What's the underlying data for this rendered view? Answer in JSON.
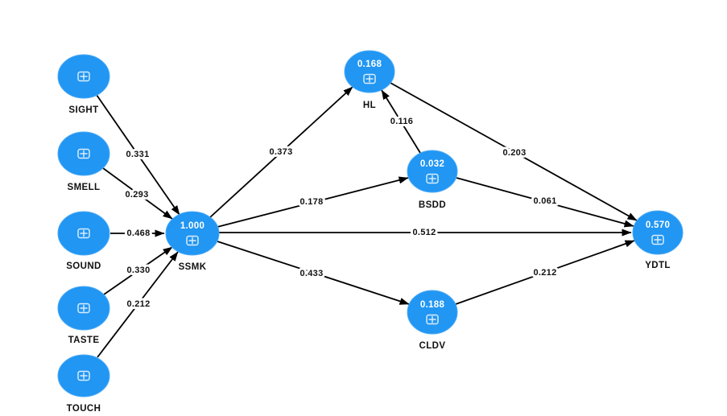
{
  "canvas": {
    "background": "#ffffff"
  },
  "colors": {
    "canvas_bg": "#ffffff",
    "node_fill": "#2196f3",
    "node_edge": "#4daaf6",
    "node_value_text": "#ffffff",
    "edge": "#000000",
    "label_text": "#111111",
    "icon_stroke": "#d9ecfb"
  },
  "icons": {
    "expand": "plus-box-icon"
  },
  "nodes": {
    "sight": {
      "label": "SIGHT"
    },
    "smell": {
      "label": "SMELL"
    },
    "sound": {
      "label": "SOUND"
    },
    "taste": {
      "label": "TASTE"
    },
    "touch": {
      "label": "TOUCH"
    },
    "ssmk": {
      "label": "SSMK",
      "value": "1.000"
    },
    "hl": {
      "label": "HL",
      "value": "0.168"
    },
    "bsdd": {
      "label": "BSDD",
      "value": "0.032"
    },
    "cldv": {
      "label": "CLDV",
      "value": "0.188"
    },
    "ydtl": {
      "label": "YDTL",
      "value": "0.570"
    }
  },
  "edges": {
    "sight_ssmk": {
      "from": "SIGHT",
      "to": "SSMK",
      "coef": "0.331"
    },
    "smell_ssmk": {
      "from": "SMELL",
      "to": "SSMK",
      "coef": "0.293"
    },
    "sound_ssmk": {
      "from": "SOUND",
      "to": "SSMK",
      "coef": "0.468"
    },
    "taste_ssmk": {
      "from": "TASTE",
      "to": "SSMK",
      "coef": "0.330"
    },
    "touch_ssmk": {
      "from": "TOUCH",
      "to": "SSMK",
      "coef": "0.212"
    },
    "ssmk_hl": {
      "from": "SSMK",
      "to": "HL",
      "coef": "0.373"
    },
    "ssmk_bsdd": {
      "from": "SSMK",
      "to": "BSDD",
      "coef": "0.178"
    },
    "ssmk_ydtl": {
      "from": "SSMK",
      "to": "YDTL",
      "coef": "0.512"
    },
    "ssmk_cldv": {
      "from": "SSMK",
      "to": "CLDV",
      "coef": "0.433"
    },
    "bsdd_hl": {
      "from": "BSDD",
      "to": "HL",
      "coef": "0.116"
    },
    "hl_ydtl": {
      "from": "HL",
      "to": "YDTL",
      "coef": "0.203"
    },
    "bsdd_ydtl": {
      "from": "BSDD",
      "to": "YDTL",
      "coef": "0.061"
    },
    "cldv_ydtl": {
      "from": "CLDV",
      "to": "YDTL",
      "coef": "0.212"
    }
  }
}
